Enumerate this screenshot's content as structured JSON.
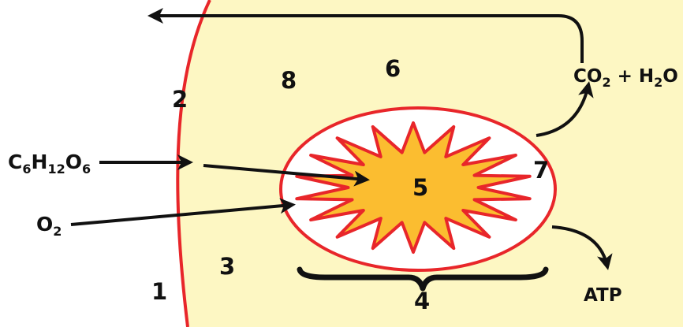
{
  "colors": {
    "cytoplasm": "#fdf7c3",
    "membrane": "#e8262a",
    "matrix": "#fbbd30",
    "intermembrane": "#ffffff",
    "ink": "#111111"
  },
  "labels": {
    "n1": "1",
    "n2": "2",
    "n3": "3",
    "n4": "4",
    "n5": "5",
    "n6": "6",
    "n7": "7",
    "n8": "8"
  },
  "inputs": {
    "glucose": {
      "c": "C",
      "c_sub": "6",
      "h": "H",
      "h_sub": "12",
      "o": "O",
      "o_sub": "6"
    },
    "oxygen": {
      "o": "O",
      "o_sub": "2"
    }
  },
  "outputs": {
    "co2_water": {
      "co": "CO",
      "co_sub": "2",
      "plus": " + H",
      "h_sub": "2",
      "o": "O"
    },
    "atp": "ATP"
  }
}
